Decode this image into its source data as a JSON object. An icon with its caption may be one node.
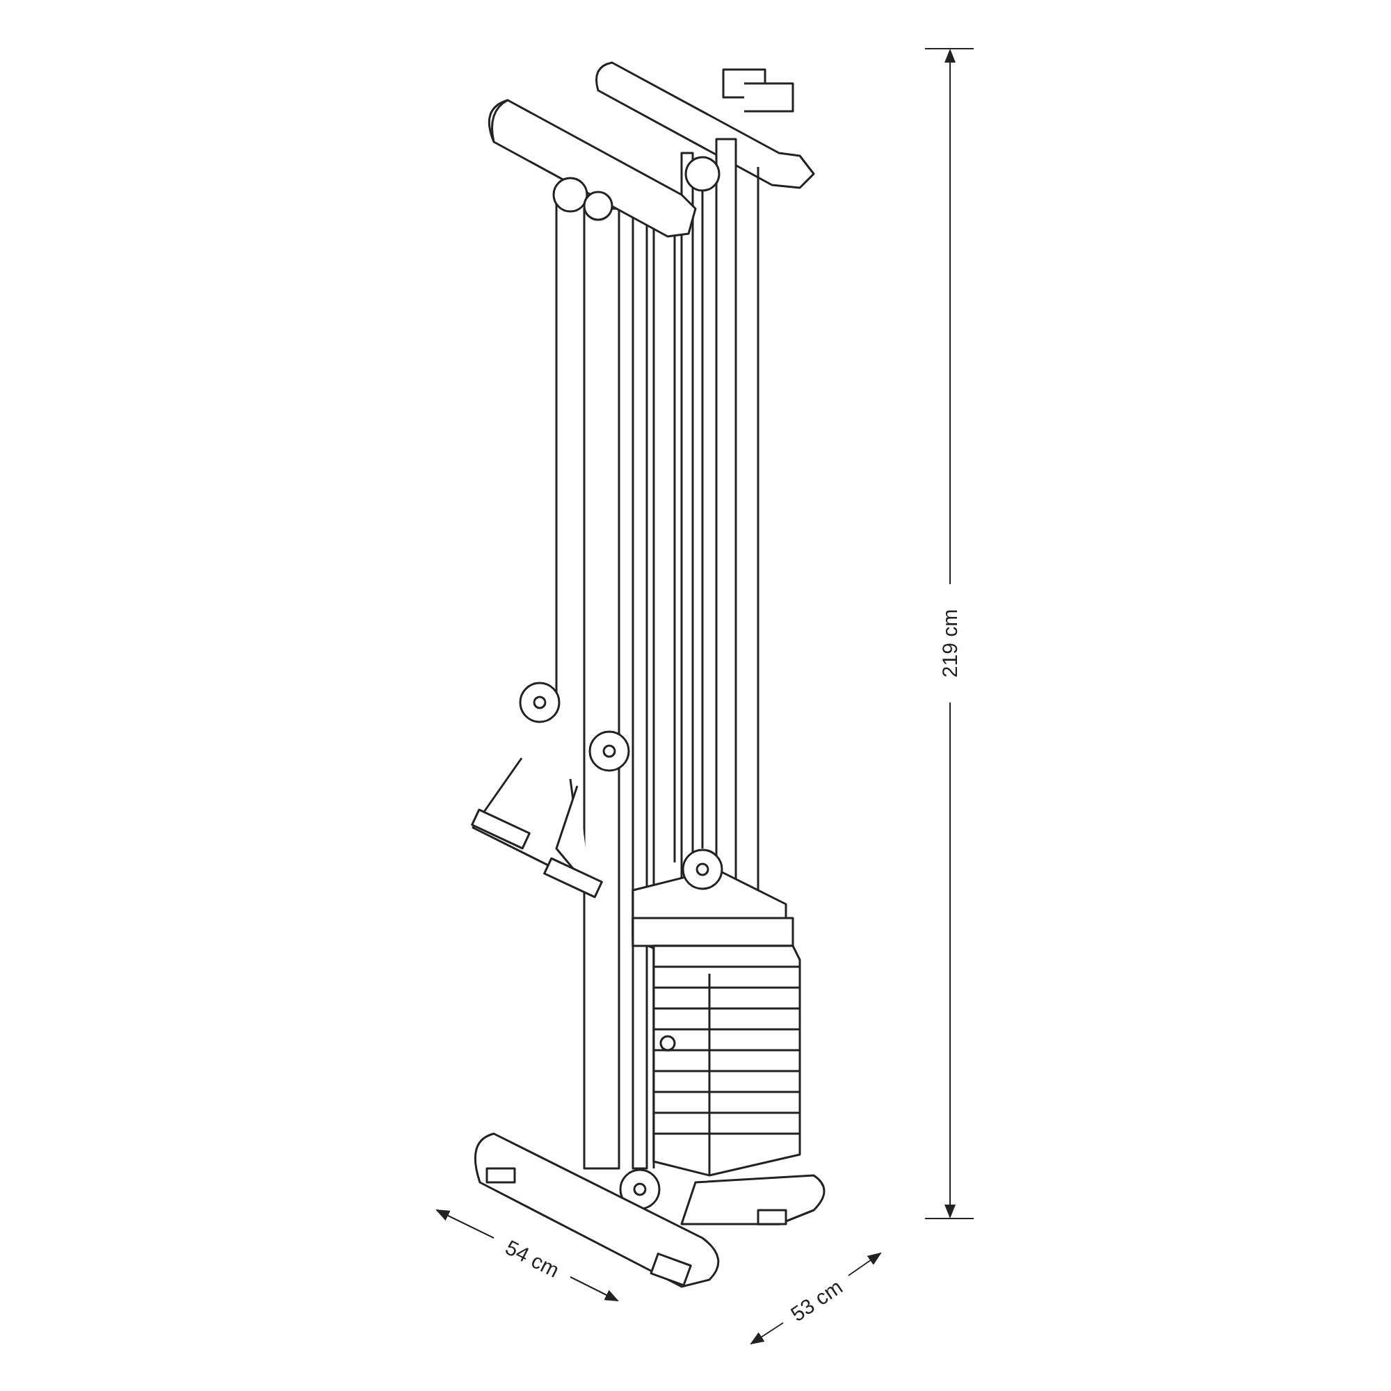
{
  "diagram": {
    "labels": [
      "219 cm",
      "54 cm",
      "53 cm"
    ]
  }
}
